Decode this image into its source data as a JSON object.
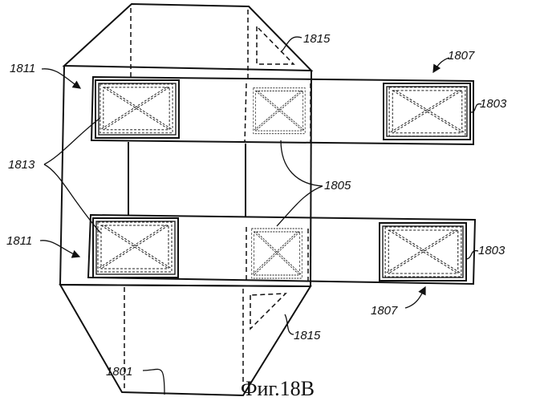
{
  "figure": {
    "caption": "Фиг.18B",
    "labels": {
      "l1801": "1801",
      "l1803_top": "1803",
      "l1803_bottom": "1803",
      "l1805": "1805",
      "l1807_top": "1807",
      "l1807_bottom": "1807",
      "l1811_top": "1811",
      "l1811_bottom": "1811",
      "l1813": "1813",
      "l1815_top": "1815",
      "l1815_bottom": "1815"
    }
  }
}
